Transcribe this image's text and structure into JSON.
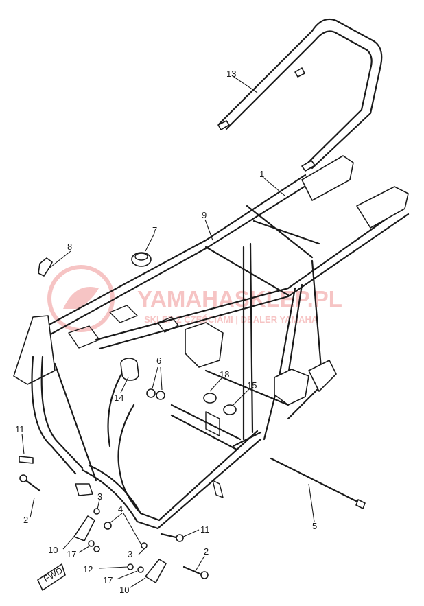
{
  "callouts": {
    "c1": "1",
    "c2a": "2",
    "c2b": "2",
    "c3a": "3",
    "c3b": "3",
    "c4": "4",
    "c5": "5",
    "c6": "6",
    "c7": "7",
    "c8": "8",
    "c9": "9",
    "c10a": "10",
    "c10b": "10",
    "c11a": "11",
    "c11b": "11",
    "c12": "12",
    "c13": "13",
    "c14": "14",
    "c15": "15",
    "c17a": "17",
    "c17b": "17",
    "c18": "18"
  },
  "fwd_label": "FWD",
  "watermark": {
    "title": "YAMAHASKLEP.PL",
    "subtitle": "SKLEP Z CZĘŚCIAMI | DEALER YAMAHA",
    "color": "#e85a5a"
  }
}
